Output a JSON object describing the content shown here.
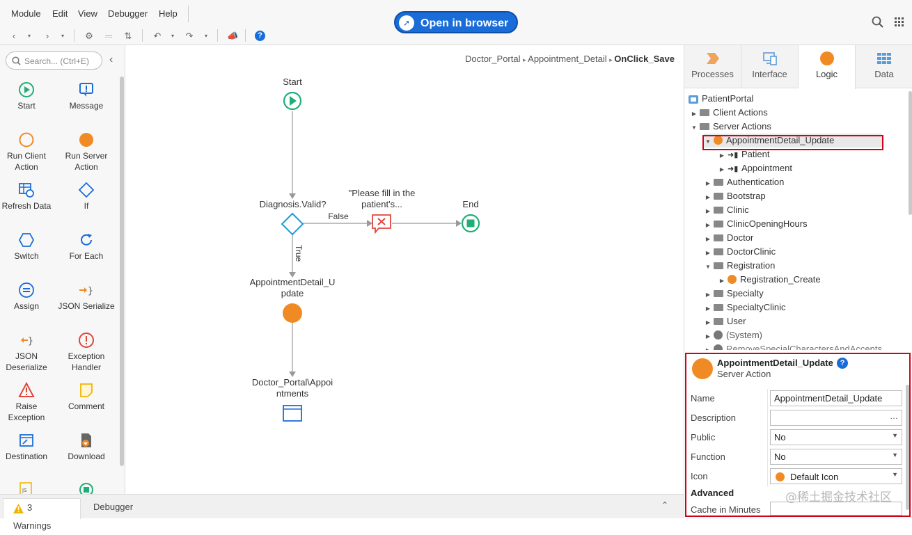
{
  "menu": [
    "Module",
    "Edit",
    "View",
    "Debugger",
    "Help"
  ],
  "open_in_browser": "Open in browser",
  "search": {
    "placeholder": "Search... (Ctrl+E)"
  },
  "toolbox": [
    {
      "label": "Start",
      "icon": "start-icon"
    },
    {
      "label": "Message",
      "icon": "message-icon"
    },
    {
      "label": "Run Client Action",
      "icon": "run-client-action-icon"
    },
    {
      "label": "Run Server Action",
      "icon": "run-server-action-icon"
    },
    {
      "label": "Refresh Data",
      "icon": "refresh-data-icon"
    },
    {
      "label": "If",
      "icon": "if-icon"
    },
    {
      "label": "Switch",
      "icon": "switch-icon"
    },
    {
      "label": "For Each",
      "icon": "for-each-icon"
    },
    {
      "label": "Assign",
      "icon": "assign-icon"
    },
    {
      "label": "JSON Serialize",
      "icon": "json-serialize-icon"
    },
    {
      "label": "JSON Deserialize",
      "icon": "json-deserialize-icon"
    },
    {
      "label": "Exception Handler",
      "icon": "exception-handler-icon"
    },
    {
      "label": "Raise Exception",
      "icon": "raise-exception-icon"
    },
    {
      "label": "Comment",
      "icon": "comment-icon"
    },
    {
      "label": "Destination",
      "icon": "destination-icon"
    },
    {
      "label": "Download",
      "icon": "download-icon"
    }
  ],
  "bottom": {
    "warnings": "3 Warnings",
    "debugger": "Debugger"
  },
  "breadcrumb": {
    "module": "Doctor_Portal",
    "screen": "Appointment_Detail",
    "action": "OnClick_Save"
  },
  "flow": {
    "start": "Start",
    "if_label": "Diagnosis.Valid?",
    "false_label": "False",
    "true_label": "True",
    "message_label": "\"Please fill in the patient's...",
    "end": "End",
    "server_action": "AppointmentDetail_Update",
    "destination": "Doctor_Portal\\Appointments"
  },
  "right_tabs": [
    "Processes",
    "Interface",
    "Logic",
    "Data"
  ],
  "tree": {
    "root": "PatientPortal",
    "client_actions": "Client Actions",
    "server_actions": "Server Actions",
    "selected": "AppointmentDetail_Update",
    "patient": "Patient",
    "appointment": "Appointment",
    "folders": [
      "Authentication",
      "Bootstrap",
      "Clinic",
      "ClinicOpeningHours",
      "Doctor",
      "DoctorClinic"
    ],
    "registration": "Registration",
    "registration_create": "Registration_Create",
    "folders2": [
      "Specialty",
      "SpecialtyClinic",
      "User"
    ],
    "system": "(System)",
    "cut": "RemoveSpecialCharactersAndAccents"
  },
  "props": {
    "title": "AppointmentDetail_Update",
    "subtitle": "Server Action",
    "name_label": "Name",
    "name_value": "AppointmentDetail_Update",
    "description_label": "Description",
    "public_label": "Public",
    "public_value": "No",
    "function_label": "Function",
    "function_value": "No",
    "icon_label": "Icon",
    "icon_value": "Default Icon",
    "advanced": "Advanced",
    "cache_label": "Cache in Minutes"
  },
  "watermark": "@稀土掘金技术社区",
  "colors": {
    "accent": "#1a6dd8",
    "orange": "#f08a24",
    "green": "#1fae78",
    "red": "#d0021b"
  }
}
